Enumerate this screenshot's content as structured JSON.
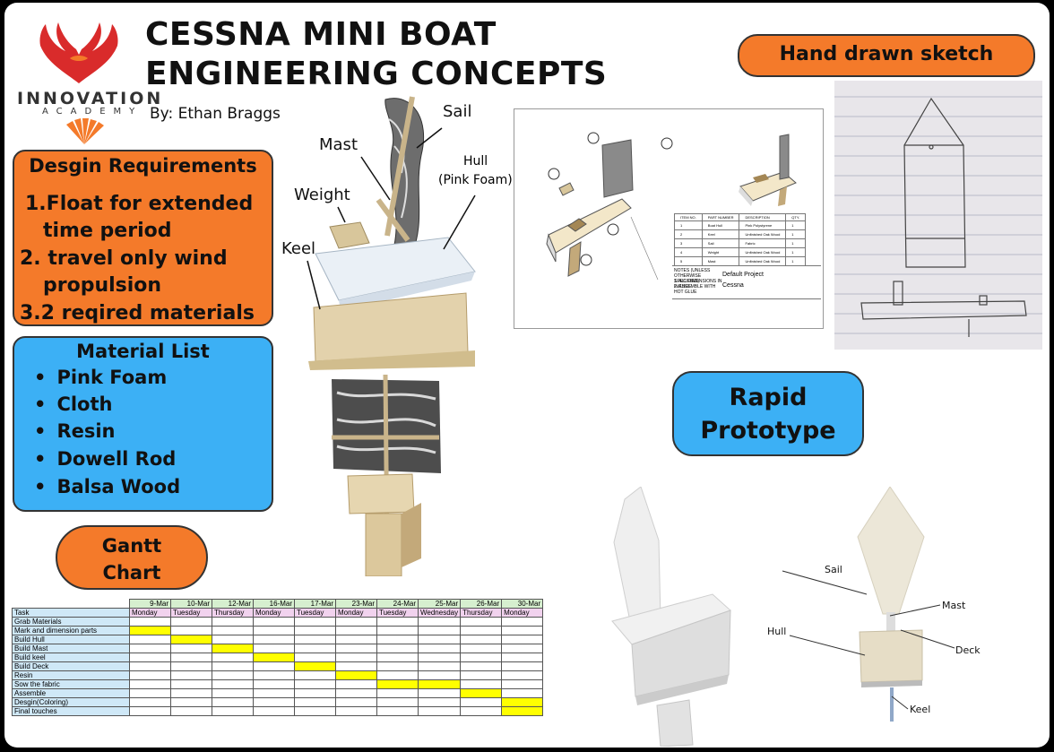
{
  "header": {
    "title_line1": "CESSNA MINI BOAT",
    "title_line2": "ENGINEERING CONCEPTS",
    "byline": "By: Ethan Braggs",
    "logo_name": "INNOVATION",
    "logo_sub": "ACADEMY"
  },
  "requirements": {
    "title": "Desgin Requirements",
    "items": [
      "1.Float for extended",
      "time period",
      "2. travel only wind",
      "propulsion",
      "3.2 reqired materials"
    ]
  },
  "materials": {
    "title": "Material List",
    "items": [
      "Pink Foam",
      "Cloth",
      "Resin",
      "Dowell Rod",
      "Balsa Wood"
    ]
  },
  "gantt_pill": {
    "line1": "Gantt",
    "line2": "Chart"
  },
  "sketch_pill": "Hand drawn sketch",
  "rapid_pill": {
    "line1": "Rapid",
    "line2": "Prototype"
  },
  "boat_labels": {
    "sail": "Sail",
    "mast": "Mast",
    "hull": "Hull",
    "hull_sub": "(Pink Foam)",
    "weight": "Weight",
    "keel": "Keel"
  },
  "proto_labels": {
    "sail": "Sail",
    "mast": "Mast",
    "hull": "Hull",
    "deck": "Deck",
    "keel": "Keel"
  },
  "drawing": {
    "project": "Default Project",
    "title": "Cessna",
    "bom_headers": [
      "ITEM NO.",
      "PART NUMBER",
      "DESCRIPTION",
      "QTY."
    ],
    "bom_rows": [
      [
        "1",
        "Boat Hull",
        "Pink Polystyrene",
        "1"
      ],
      [
        "2",
        "Keel",
        "Unfinished Oak Wood",
        "1"
      ],
      [
        "3",
        "Sail",
        "Fabric",
        "1"
      ],
      [
        "4",
        "Weight",
        "Unfinished Oak Wood",
        "1"
      ],
      [
        "5",
        "Mast",
        "Unfinished Oak Wood",
        "1"
      ]
    ],
    "notes": "NOTES (UNLESS OTHERWISE SPECIFIED)",
    "note1": "1. ALL DIMENSIONS IN INCHES",
    "note2": "2. ASSEMBLE WITH HOT GLUE"
  },
  "gantt": {
    "task_header": "Task",
    "dates": [
      "9-Mar",
      "10-Mar",
      "12-Mar",
      "16-Mar",
      "17-Mar",
      "23-Mar",
      "24-Mar",
      "25-Mar",
      "26-Mar",
      "30-Mar"
    ],
    "days": [
      "Monday",
      "Tuesday",
      "Thursday",
      "Monday",
      "Tuesday",
      "Monday",
      "Tuesday",
      "Wednesday",
      "Thursday",
      "Monday"
    ],
    "tasks": [
      {
        "name": "Grab Materials",
        "filled": []
      },
      {
        "name": "Mark and dimension parts",
        "filled": [
          0
        ]
      },
      {
        "name": "Build Hull",
        "filled": [
          1
        ]
      },
      {
        "name": "Build Mast",
        "filled": [
          2
        ]
      },
      {
        "name": "Build  keel",
        "filled": [
          3
        ]
      },
      {
        "name": "Build Deck",
        "filled": [
          4
        ]
      },
      {
        "name": "Resin",
        "filled": [
          5
        ]
      },
      {
        "name": "Sow the fabric",
        "filled": [
          6,
          7
        ]
      },
      {
        "name": "Assemble",
        "filled": [
          8
        ]
      },
      {
        "name": "Desgin(Coloring)",
        "filled": [
          9
        ]
      },
      {
        "name": "Final touches",
        "filled": [
          9
        ]
      }
    ]
  }
}
